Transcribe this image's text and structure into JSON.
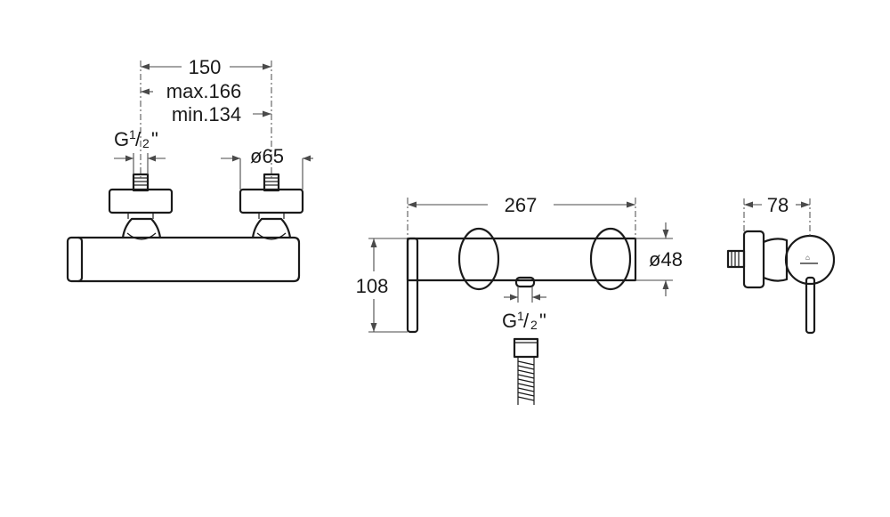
{
  "dimensions": {
    "width_150": "150",
    "max_166": "max.166",
    "min_134": "min.134",
    "thread_left": "G",
    "thread_fraction_num": "1",
    "thread_fraction_den": "2",
    "diam_65": "ø65",
    "length_267": "267",
    "height_108": "108",
    "diam_48": "ø48",
    "depth_78": "78"
  },
  "colors": {
    "line": "#1a1a1a",
    "dimension": "#4a4a4a",
    "background": "#ffffff"
  }
}
